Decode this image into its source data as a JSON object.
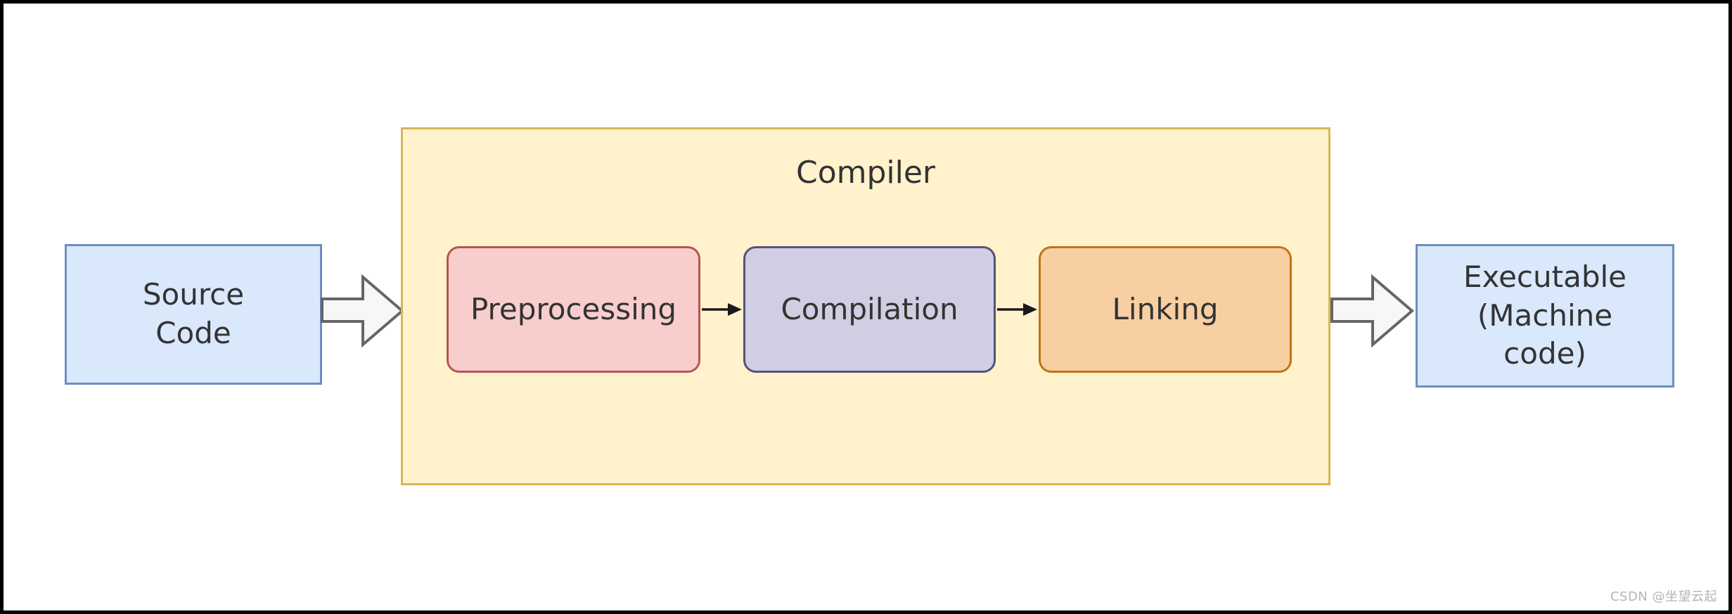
{
  "diagram": {
    "group": {
      "label": "Compiler"
    },
    "nodes": {
      "source": {
        "label": "Source\nCode"
      },
      "preprocessing": {
        "label": "Preprocessing"
      },
      "compilation": {
        "label": "Compilation"
      },
      "linking": {
        "label": "Linking"
      },
      "executable": {
        "label": "Executable\n(Machine\ncode)"
      }
    },
    "flow": [
      "Source Code",
      "Preprocessing",
      "Compilation",
      "Linking",
      "Executable (Machine code)"
    ],
    "colors": {
      "canvas_border": "#000000",
      "io_node_fill": "#dae8fc",
      "io_node_stroke": "#6c8ebf",
      "compiler_group_fill": "#fff2cc",
      "compiler_group_stroke": "#d6b656",
      "preprocessing_fill": "#f8cecc",
      "preprocessing_stroke": "#b85450",
      "compilation_fill": "#d0cee2",
      "compilation_stroke": "#56517d",
      "linking_fill": "#f8cfa2",
      "linking_stroke": "#bf7417",
      "block_arrow_fill": "#f7f7f7",
      "block_arrow_stroke": "#666666",
      "connector_color": "#1a1a1a",
      "label_text": "#333333",
      "watermark_text": "#b4b4b4"
    }
  },
  "watermark": {
    "text": "CSDN @坐望云起"
  }
}
